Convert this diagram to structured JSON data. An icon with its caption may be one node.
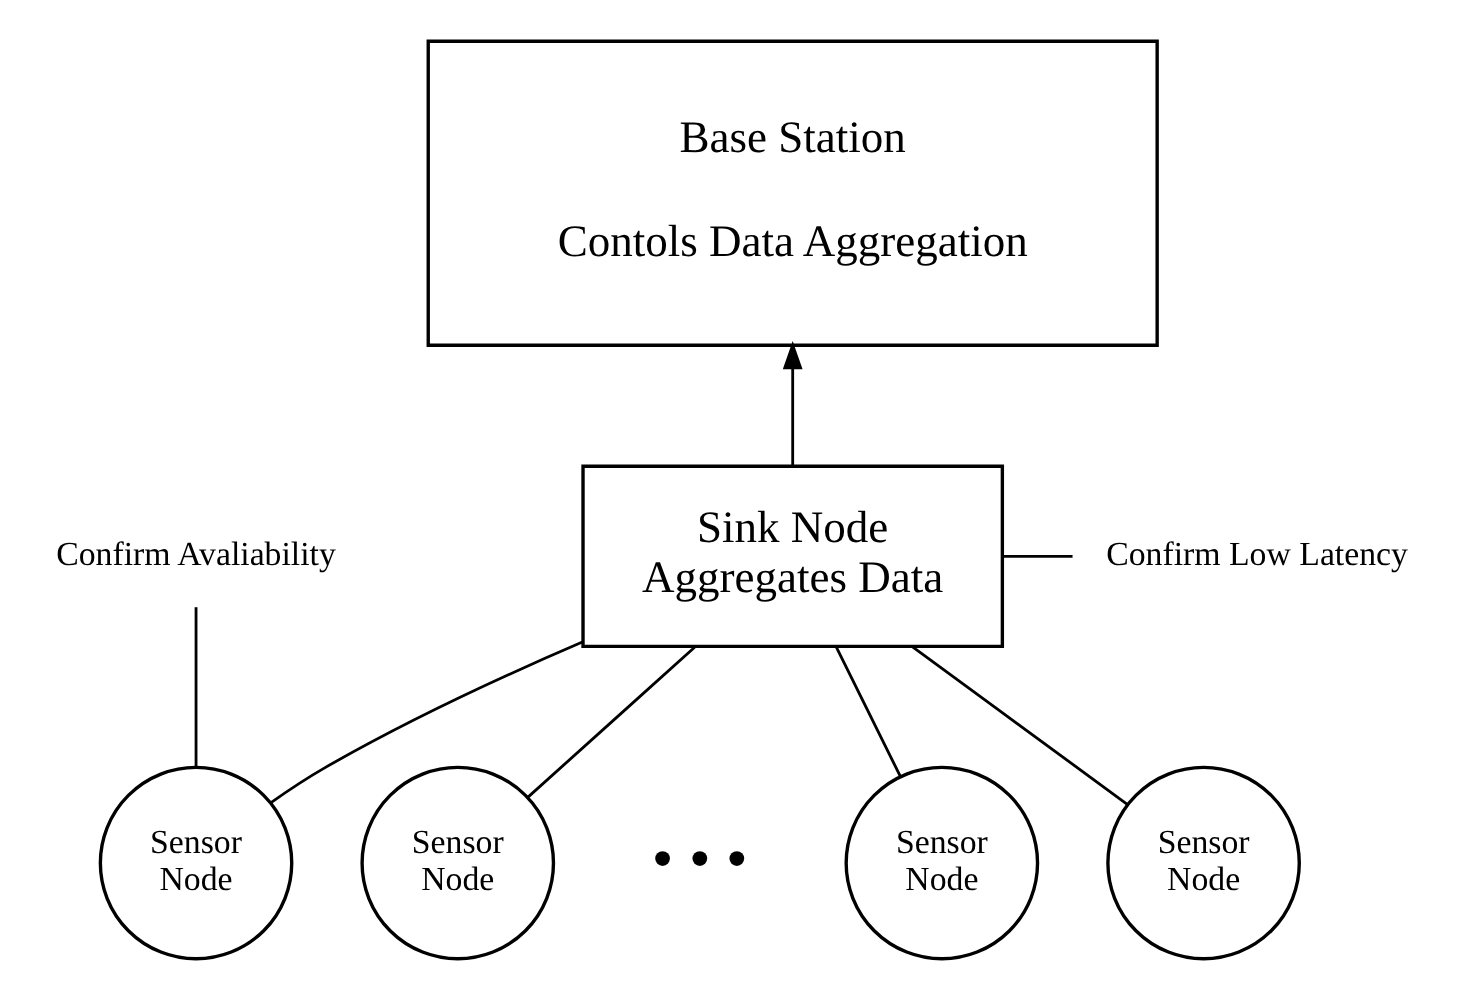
{
  "diagram": {
    "nodes": [
      {
        "text": [
          "Base Station",
          "Contols Data Aggregation"
        ]
      },
      {
        "text": [
          "Sink Node",
          "Aggregates Data"
        ]
      },
      {
        "text": [
          "Confirm Low Latency"
        ]
      },
      {
        "text": [
          "Confirm Avaliability"
        ]
      },
      {
        "text": [
          "Sensor Node"
        ]
      },
      {
        "text": [
          "Sensor Node"
        ]
      },
      {
        "text": [
          "Sensor Node"
        ]
      },
      {
        "text": [
          "Sensor Node"
        ]
      }
    ],
    "edges": [
      {
        "from": 1,
        "to": 0,
        "arrow": "to"
      },
      {
        "from": 1,
        "to": 2,
        "arrow": "none"
      },
      {
        "from": 4,
        "to": 3,
        "arrow": "none"
      },
      {
        "from": 4,
        "to": 1,
        "arrow": "none"
      },
      {
        "from": 5,
        "to": 1,
        "arrow": "none"
      },
      {
        "from": 6,
        "to": 1,
        "arrow": "none"
      },
      {
        "from": 7,
        "to": 1,
        "arrow": "none"
      }
    ],
    "labels": [
      "• • •"
    ]
  }
}
